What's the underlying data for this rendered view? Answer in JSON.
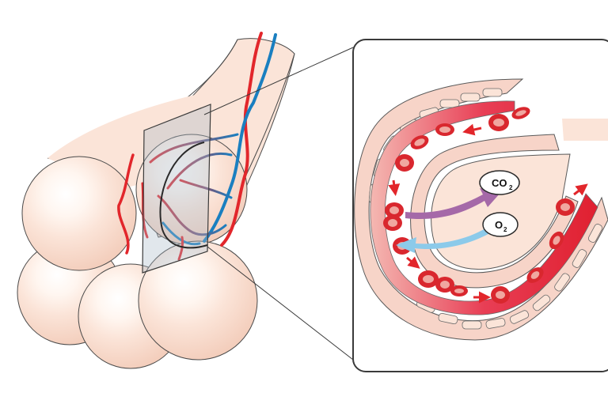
{
  "labels": {
    "co2": {
      "main": "CO",
      "sub": "2"
    },
    "o2": {
      "main": "O",
      "sub": "2"
    }
  },
  "colors": {
    "tissue": "#fbe4d8",
    "tissue_stroke": "#4a4a4a",
    "blood_red": "#e2262b",
    "blood_blue": "#1a7fc0",
    "rbc_fill": "#d9272e",
    "rbc_center": "#f0a7a0",
    "co2_arrow": "#a569a8",
    "o2_arrow": "#8ccaea",
    "plane": "#a9b9c8"
  },
  "icons": {
    "co2_arrow": "curved-arrow-icon",
    "o2_arrow": "curved-arrow-icon",
    "flow_arrows": "small-red-arrow-icon"
  }
}
